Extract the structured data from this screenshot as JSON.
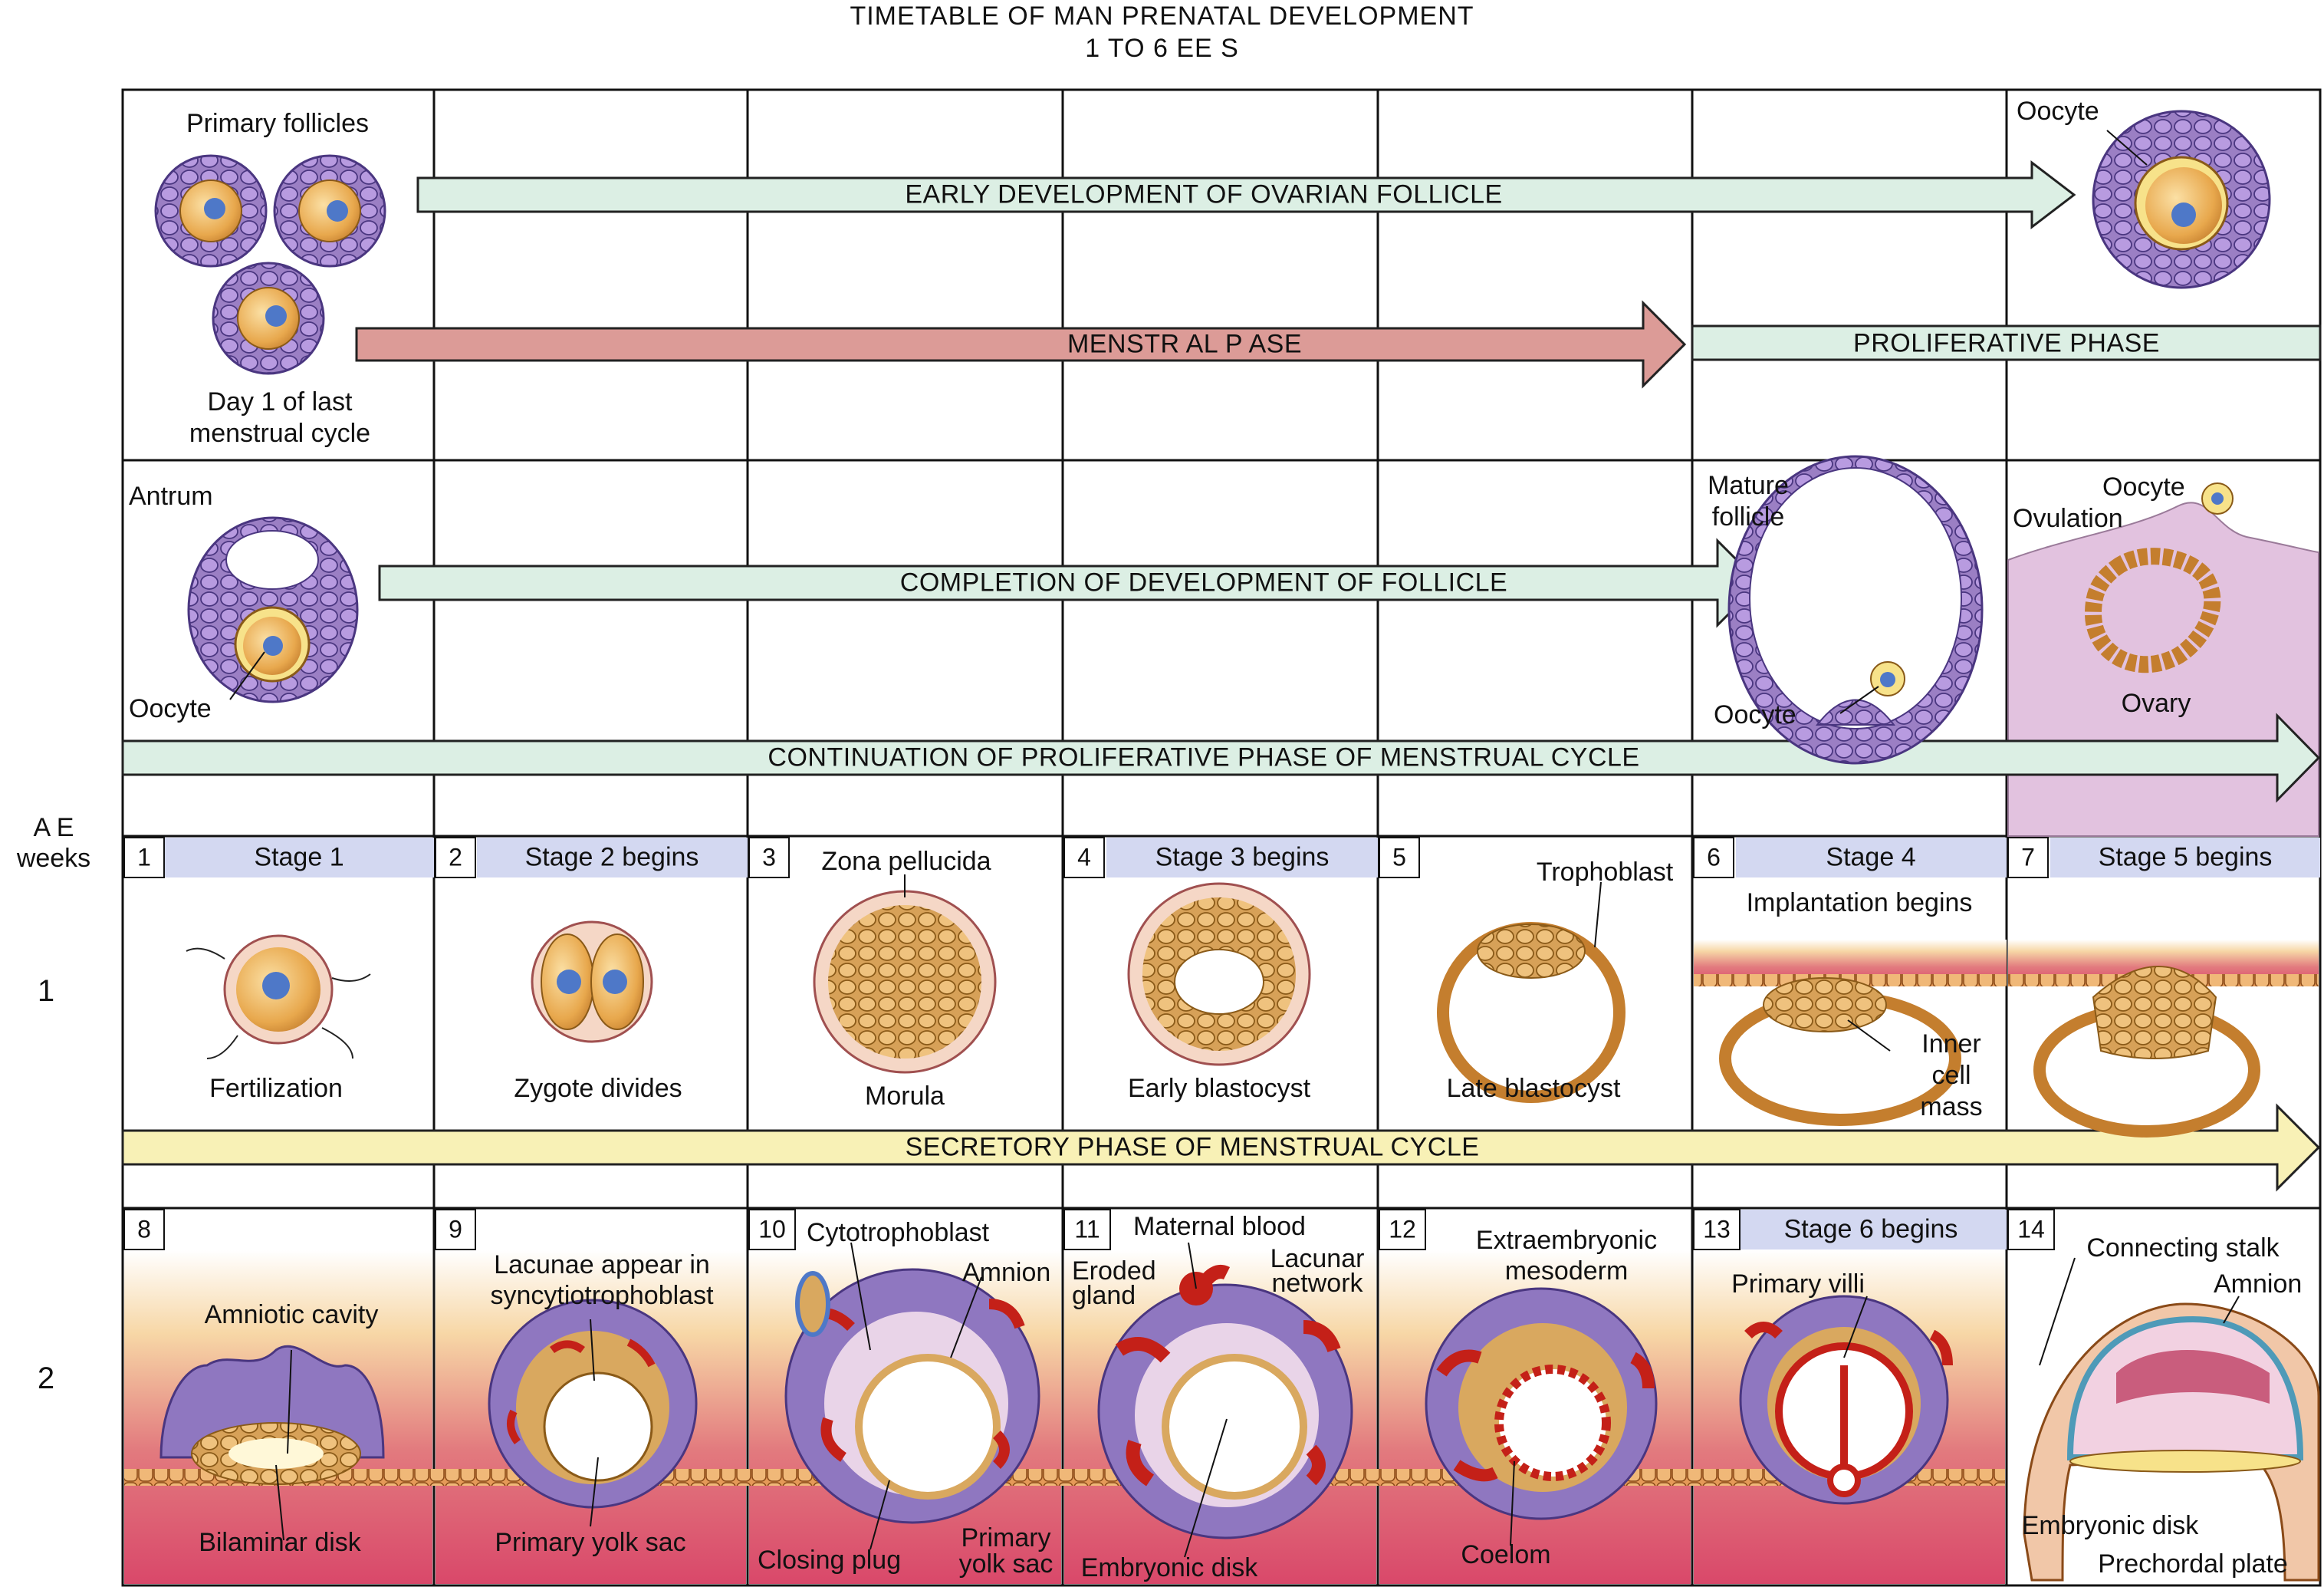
{
  "title": {
    "line1": "TIMETABLE OF   MAN PRENATAL DEVELOPMENT",
    "line2": "1 TO 6  EE S"
  },
  "side": {
    "age_label": "A E",
    "weeks_label": "weeks",
    "week1": "1",
    "week2": "2"
  },
  "arrows": {
    "ovarian": "EARLY DEVELOPMENT OF OVARIAN FOLLICLE",
    "menstrual": "MENSTR AL P ASE",
    "proliferative": "PROLIFERATIVE PHASE",
    "completion": "COMPLETION OF DEVELOPMENT OF FOLLICLE",
    "continuation": "CONTINUATION OF PROLIFERATIVE PHASE OF MENSTRUAL CYCLE",
    "secretory": "SECRETORY PHASE OF MENSTRUAL CYCLE"
  },
  "row1_labels": {
    "primary_follicles": "Primary follicles",
    "day1": "Day 1 of last",
    "day1b": "menstrual cycle",
    "oocyte_top": "Oocyte"
  },
  "row2_labels": {
    "antrum": "Antrum",
    "oocyte_left": "Oocyte",
    "mature": "Mature",
    "follicle": "follicle",
    "oocyte_mature": "Oocyte",
    "oocyte_ov": "Oocyte",
    "ovulation": "Ovulation",
    "ovary": "Ovary"
  },
  "week1": {
    "days": [
      {
        "num": "1",
        "stage": "Stage 1",
        "caption": "Fertilization"
      },
      {
        "num": "2",
        "stage": "Stage 2 begins",
        "caption": "Zygote divides"
      },
      {
        "num": "3",
        "stage": "",
        "caption": "Morula",
        "top": "Zona pellucida"
      },
      {
        "num": "4",
        "stage": "Stage 3 begins",
        "caption": "Early blastocyst"
      },
      {
        "num": "5",
        "stage": "",
        "caption": "Late blastocyst",
        "top": "Trophoblast"
      },
      {
        "num": "6",
        "stage": "Stage 4",
        "caption": "",
        "top": "Implantation begins"
      },
      {
        "num": "7",
        "stage": "Stage 5 begins",
        "caption": ""
      }
    ],
    "inner1": "Inner",
    "inner2": "cell",
    "inner3": "mass"
  },
  "week2": {
    "days": [
      {
        "num": "8"
      },
      {
        "num": "9"
      },
      {
        "num": "10"
      },
      {
        "num": "11"
      },
      {
        "num": "12"
      },
      {
        "num": "13",
        "stage": "Stage 6 begins"
      },
      {
        "num": "14"
      }
    ],
    "labels": {
      "amniotic_cavity": "Amniotic cavity",
      "bilaminar_disk": "Bilaminar disk",
      "lacunae1": "Lacunae appear in",
      "lacunae2": "syncytiotrophoblast",
      "primary_yolk_sac": "Primary yolk sac",
      "cytotrophoblast": "Cytotrophoblast",
      "amnion10": "Amnion",
      "closing_plug": "Closing plug",
      "primary_ys1": "Primary",
      "primary_ys2": "yolk sac",
      "maternal_blood": "Maternal blood",
      "eroded1": "Eroded",
      "eroded2": "gland",
      "lacunar1": "Lacunar",
      "lacunar2": "network",
      "embryonic_disk11": "Embryonic disk",
      "extraemb1": "Extraembryonic",
      "extraemb2": "mesoderm",
      "coelom": "Coelom",
      "primary_villi": "Primary villi",
      "connecting_stalk": "Connecting stalk",
      "amnion14": "Amnion",
      "embryonic_disk14": "Embryonic disk",
      "prechordal_plate": "Prechordal plate"
    }
  },
  "colors": {
    "green_arrow": "#dcefe4",
    "red_arrow": "#dc9b97",
    "yellow_arrow": "#f8f1b6",
    "stage_band": "#d3d8f1",
    "follicle_purple": "#9b7fc4",
    "cell_orange": "#e6a84f",
    "nucleus_blue": "#4e78c8",
    "endometrium_pink": "#d9607a",
    "maternal_red": "#c42018",
    "ovary_pink": "#e2c2df"
  }
}
